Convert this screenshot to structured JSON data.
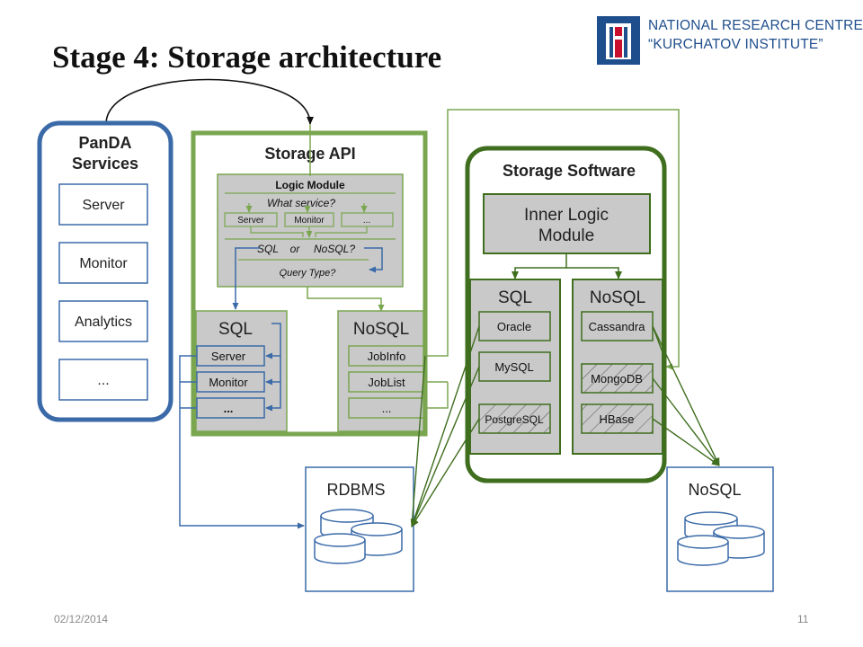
{
  "slide": {
    "title": "Stage 4: Storage architecture",
    "date": "02/12/2014",
    "page": "11"
  },
  "org": {
    "line1": "NATIONAL RESEARCH CENTRE",
    "line2": "“KURCHATOV INSTITUTE”"
  },
  "colors": {
    "blue": "#3a6aa8",
    "green": "#7aa650",
    "dark_green": "#3f6e1e",
    "gray": "#c9c9c9",
    "logo_blue": "#1f4e8c",
    "logo_red": "#c8102e"
  },
  "panda": {
    "title1": "PanDA",
    "title2": "Services",
    "items": [
      "Server",
      "Monitor",
      "Analytics",
      "..."
    ]
  },
  "storage_api": {
    "title": "Storage API",
    "logic": {
      "title": "Logic Module",
      "question": "What service?",
      "services": [
        "Server",
        "Monitor",
        "..."
      ],
      "sql_or_nosql": [
        "SQL",
        "or",
        "NoSQL?"
      ],
      "query_type": "Query Type?"
    },
    "sql": {
      "title": "SQL",
      "items": [
        "Server",
        "Monitor",
        "..."
      ]
    },
    "nosql": {
      "title": "NoSQL",
      "items": [
        "JobInfo",
        "JobList",
        "..."
      ]
    }
  },
  "storage_software": {
    "title": "Storage Software",
    "inner": [
      "Inner Logic",
      "Module"
    ],
    "sql": {
      "title": "SQL",
      "items": [
        "Oracle",
        "MySQL",
        "PostgreSQL"
      ]
    },
    "nosql": {
      "title": "NoSQL",
      "items": [
        "Cassandra",
        "MongoDB",
        "HBase"
      ]
    }
  },
  "rdbms": {
    "title": "RDBMS"
  },
  "nosql_store": {
    "title": "NoSQL"
  }
}
